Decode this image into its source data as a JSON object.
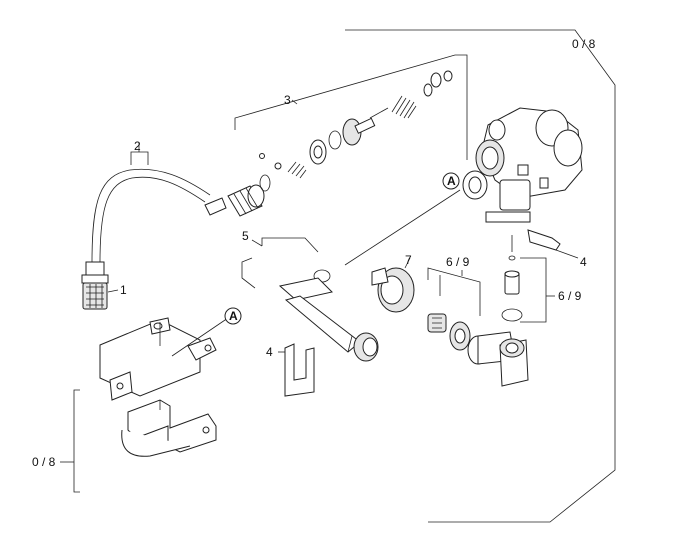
{
  "labels": {
    "kit_0_8_top": "0 / 8",
    "kit_0_8_bottom": "0 / 8",
    "item_1": "1",
    "item_2": "2",
    "item_3": "3",
    "item_4_right": "4",
    "item_4_left": "4",
    "item_5": "5",
    "item_6_9_top": "6 / 9",
    "item_6_9_right": "6 / 9",
    "item_7": "7",
    "ref_a_pump": "A",
    "ref_a_bracket": "A"
  }
}
